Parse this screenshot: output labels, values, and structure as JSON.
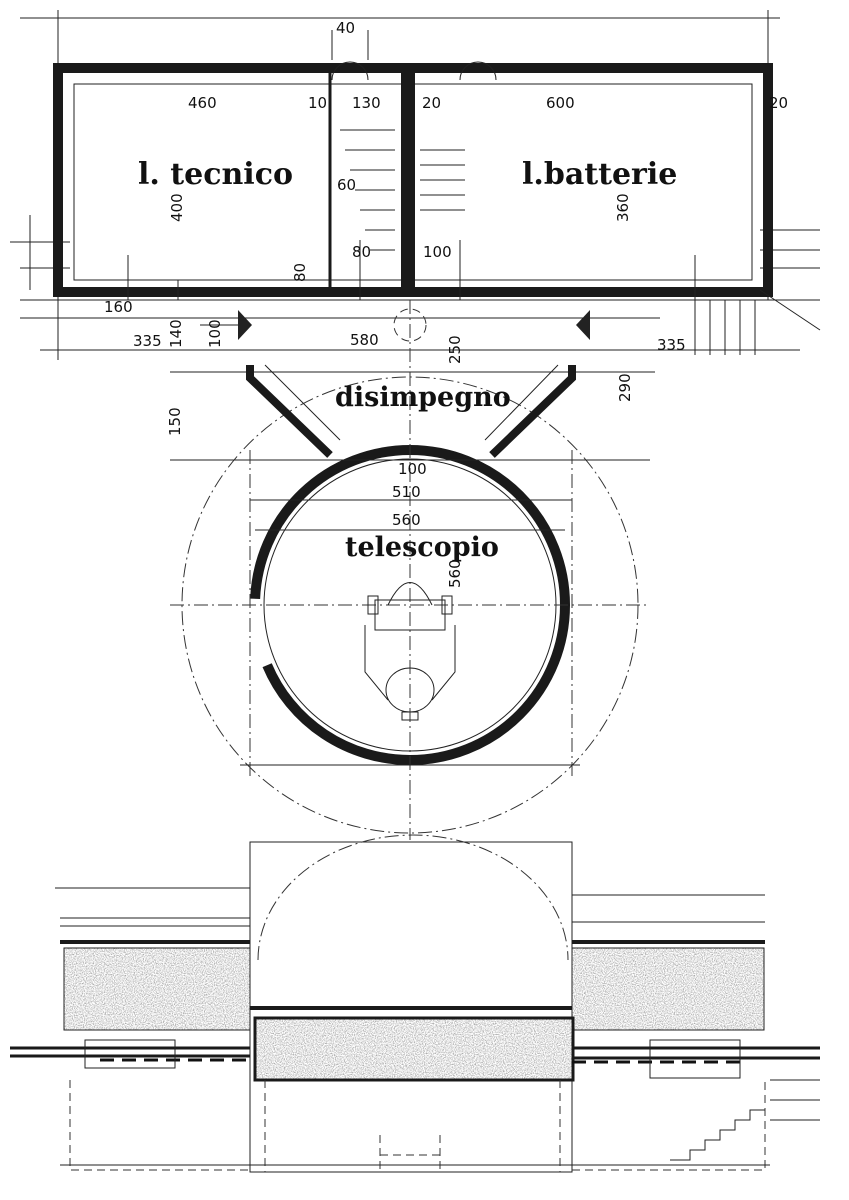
{
  "rooms": {
    "tecnico": "l. tecnico",
    "batterie": "l.batterie",
    "disimpegno": "disimpegno",
    "telescopio": "telescopio"
  },
  "dimensions": {
    "d40": "40",
    "d460": "460",
    "d10": "10",
    "d130": "130",
    "d20a": "20",
    "d600": "600",
    "d20b": "20",
    "d400": "400",
    "d60": "60",
    "d360": "360",
    "d80a": "80",
    "d100a": "100",
    "d80b": "80",
    "d160": "160",
    "d335a": "335",
    "d140": "140",
    "d100b": "100",
    "d580": "580",
    "d250": "250",
    "d335b": "335",
    "d290": "290",
    "d150": "150",
    "d100c": "100",
    "d510": "510",
    "d560a": "560",
    "d560b": "560"
  }
}
